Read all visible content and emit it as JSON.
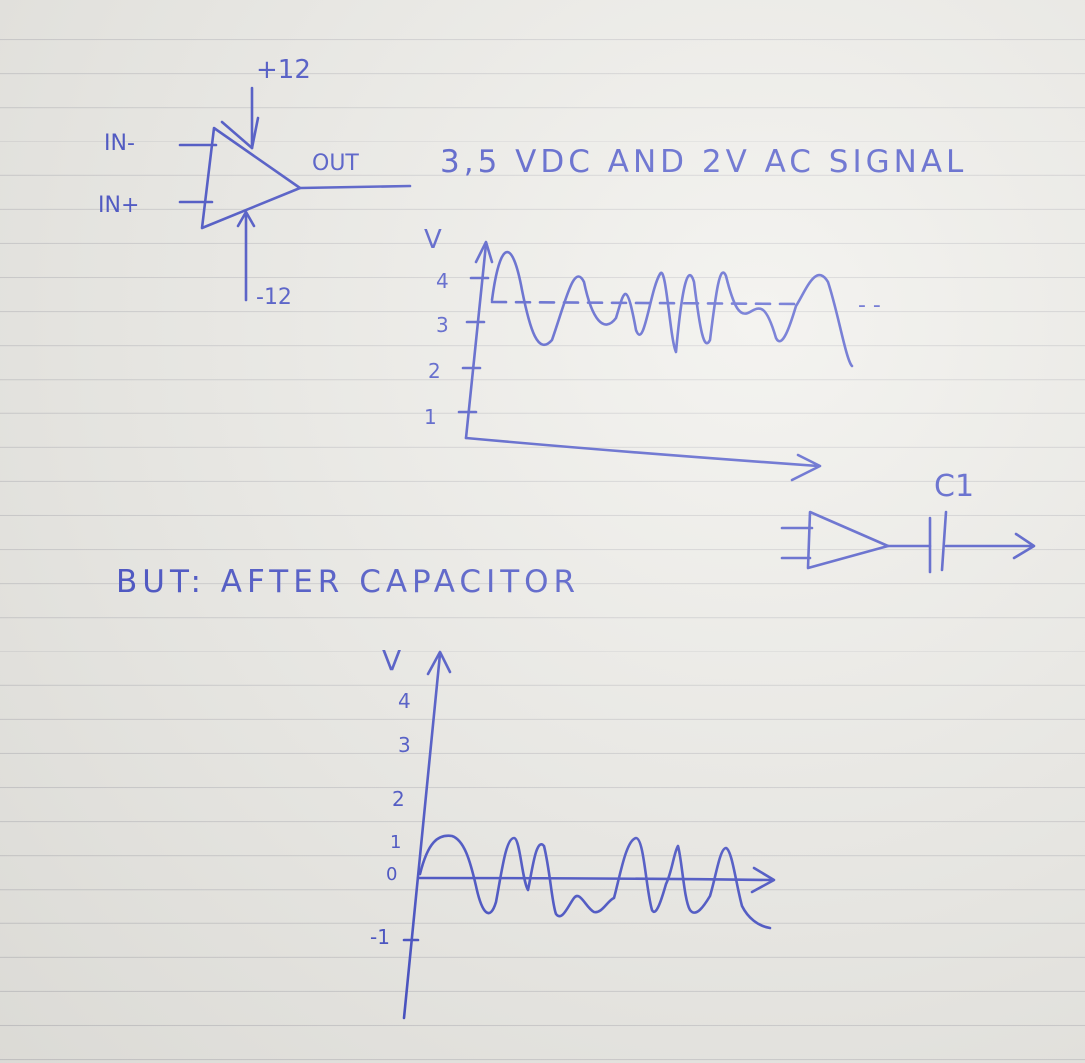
{
  "ink_color": "#3a45c4",
  "paper_color": "#eeede8",
  "opamp_main": {
    "supply_pos": "+12",
    "supply_neg": "-12",
    "input_neg": "IN-",
    "input_pos": "IN+",
    "output": "OUT"
  },
  "heading": "3,5 VDC AND 2V AC SIGNAL",
  "graph_top": {
    "ylabel": "V",
    "yticks": [
      "1",
      "2",
      "3",
      "4"
    ],
    "tail_marks": "- -"
  },
  "circuit_small": {
    "capacitor_label": "C1"
  },
  "note": "BUT: AFTER CAPACITOR",
  "graph_bottom": {
    "ylabel": "V",
    "yticks": [
      "4",
      "3",
      "2",
      "1",
      "0",
      "-1"
    ]
  }
}
